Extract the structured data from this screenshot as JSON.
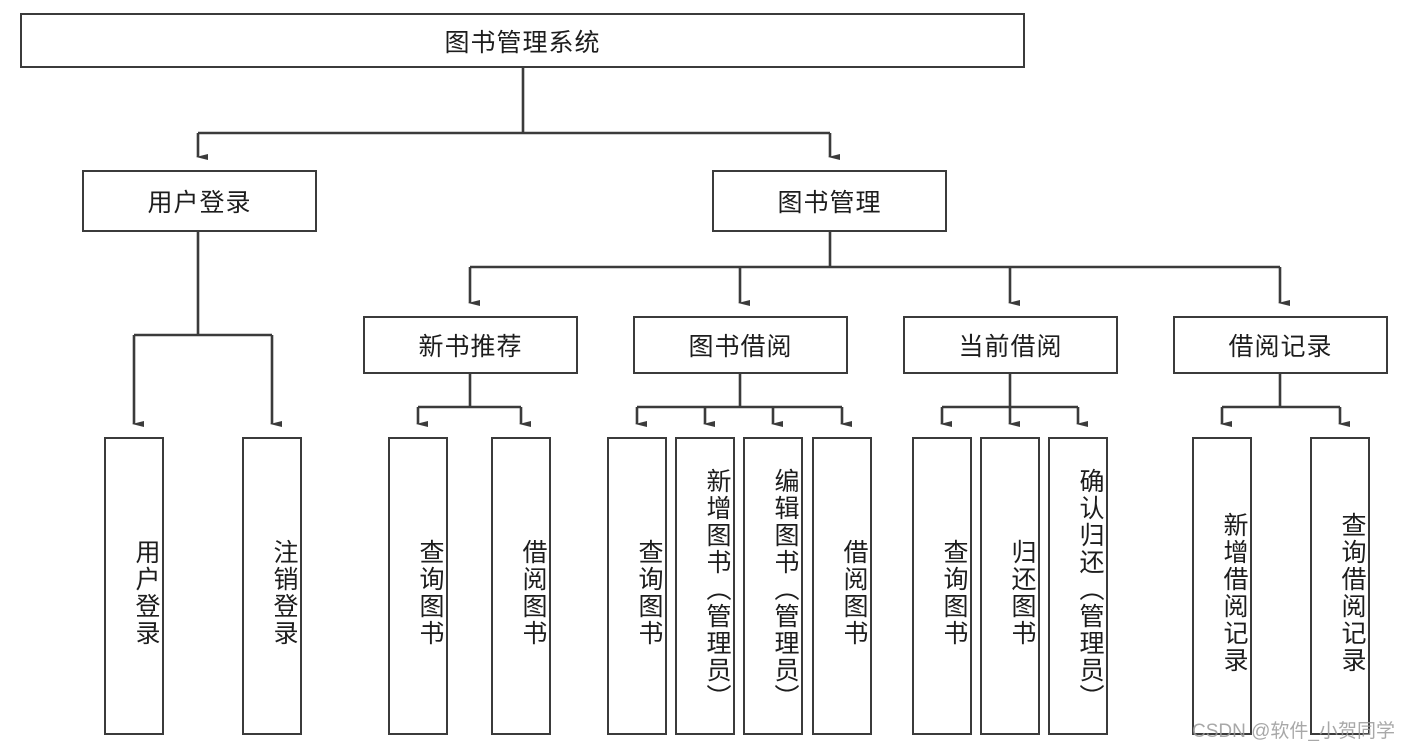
{
  "diagram": {
    "title": "图书管理系统",
    "type": "tree",
    "root": {
      "id": "root",
      "label": "图书管理系统",
      "orientation": "horizontal"
    },
    "level2": [
      {
        "id": "user-login",
        "label": "用户登录",
        "orientation": "horizontal"
      },
      {
        "id": "book-manage",
        "label": "图书管理",
        "orientation": "horizontal"
      }
    ],
    "level3": [
      {
        "id": "new-book-rec",
        "label": "新书推荐",
        "orientation": "horizontal",
        "parent": "book-manage"
      },
      {
        "id": "book-borrow",
        "label": "图书借阅",
        "orientation": "horizontal",
        "parent": "book-manage"
      },
      {
        "id": "current-borrow",
        "label": "当前借阅",
        "orientation": "horizontal",
        "parent": "book-manage"
      },
      {
        "id": "borrow-record",
        "label": "借阅记录",
        "orientation": "horizontal",
        "parent": "book-manage"
      }
    ],
    "leaves": [
      {
        "id": "leaf-user-login",
        "label": "用户登录",
        "parent": "user-login",
        "orientation": "vertical"
      },
      {
        "id": "leaf-user-logout",
        "label": "注销登录",
        "parent": "user-login",
        "orientation": "vertical"
      },
      {
        "id": "leaf-query-book-1",
        "label": "查询图书",
        "parent": "new-book-rec",
        "orientation": "vertical"
      },
      {
        "id": "leaf-borrow-book-1",
        "label": "借阅图书",
        "parent": "new-book-rec",
        "orientation": "vertical"
      },
      {
        "id": "leaf-query-book-2",
        "label": "查询图书",
        "parent": "book-borrow",
        "orientation": "vertical"
      },
      {
        "id": "leaf-add-book",
        "label": "新增图书（管理员）",
        "parent": "book-borrow",
        "orientation": "vertical"
      },
      {
        "id": "leaf-edit-book",
        "label": "编辑图书（管理员）",
        "parent": "book-borrow",
        "orientation": "vertical"
      },
      {
        "id": "leaf-borrow-book-2",
        "label": "借阅图书",
        "parent": "book-borrow",
        "orientation": "vertical"
      },
      {
        "id": "leaf-query-book-3",
        "label": "查询图书",
        "parent": "current-borrow",
        "orientation": "vertical"
      },
      {
        "id": "leaf-return-book",
        "label": "归还图书",
        "parent": "current-borrow",
        "orientation": "vertical"
      },
      {
        "id": "leaf-confirm-return",
        "label": "确认归还（管理员）",
        "parent": "current-borrow",
        "orientation": "vertical"
      },
      {
        "id": "leaf-add-record",
        "label": "新增借阅记录",
        "parent": "borrow-record",
        "orientation": "vertical"
      },
      {
        "id": "leaf-query-record",
        "label": "查询借阅记录",
        "parent": "borrow-record",
        "orientation": "vertical"
      }
    ],
    "colors": {
      "stroke": "#3b3b3b",
      "fill": "#ffffff",
      "text": "#1d1d1d",
      "watermark": "#9a9a9a"
    }
  },
  "watermark": {
    "text": "CSDN @软件_小贺同学"
  }
}
